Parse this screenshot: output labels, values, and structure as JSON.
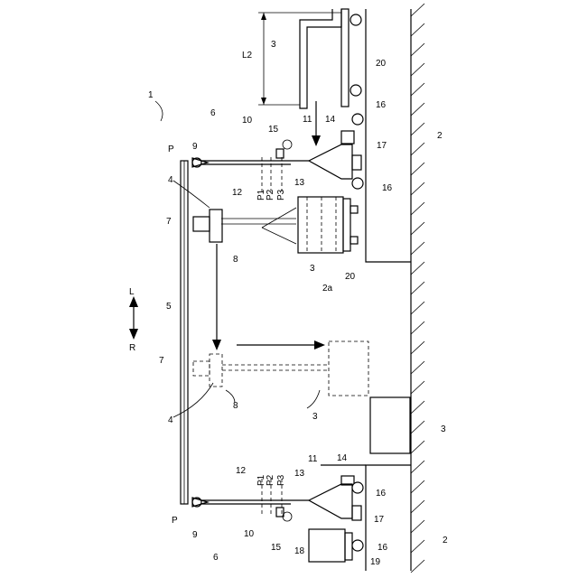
{
  "figure": {
    "labels": {
      "l1": "1",
      "l2_top": "2",
      "l2_bottom": "2",
      "l2a": "2a",
      "l3_top": "3",
      "l3_mid": "3",
      "l3_ghost": "3",
      "l3_right": "3",
      "l4_top": "4",
      "l4_bottom": "4",
      "l5": "5",
      "l6_top": "6",
      "l6_bottom": "6",
      "l7_top": "7",
      "l7_bottom": "7",
      "l8_top": "8",
      "l8_bottom": "8",
      "l9_top": "9",
      "l9_bottom": "9",
      "l10_top": "10",
      "l10_bottom": "10",
      "l11_top": "11",
      "l11_bottom": "11",
      "l12_top": "12",
      "l12_bottom": "12",
      "l13_top": "13",
      "l13_bottom": "13",
      "l14_top": "14",
      "l14_bottom": "14",
      "l15_top": "15",
      "l15_bottom": "15",
      "l16_a": "16",
      "l16_b": "16",
      "l16_c": "16",
      "l16_d": "16",
      "l17_top": "17",
      "l17_bottom": "17",
      "l18": "18",
      "l19": "19",
      "l20_top": "20",
      "l20_mid": "20",
      "p_top": "P",
      "p_bottom": "P",
      "p1_top": "P1",
      "p2_top": "P2",
      "p3_top": "P3",
      "p1_bottom": "P1",
      "p2_bottom": "P2",
      "p3_bottom": "P3",
      "l2_dim": "L2",
      "dir_l": "L",
      "dir_r": "R"
    }
  }
}
